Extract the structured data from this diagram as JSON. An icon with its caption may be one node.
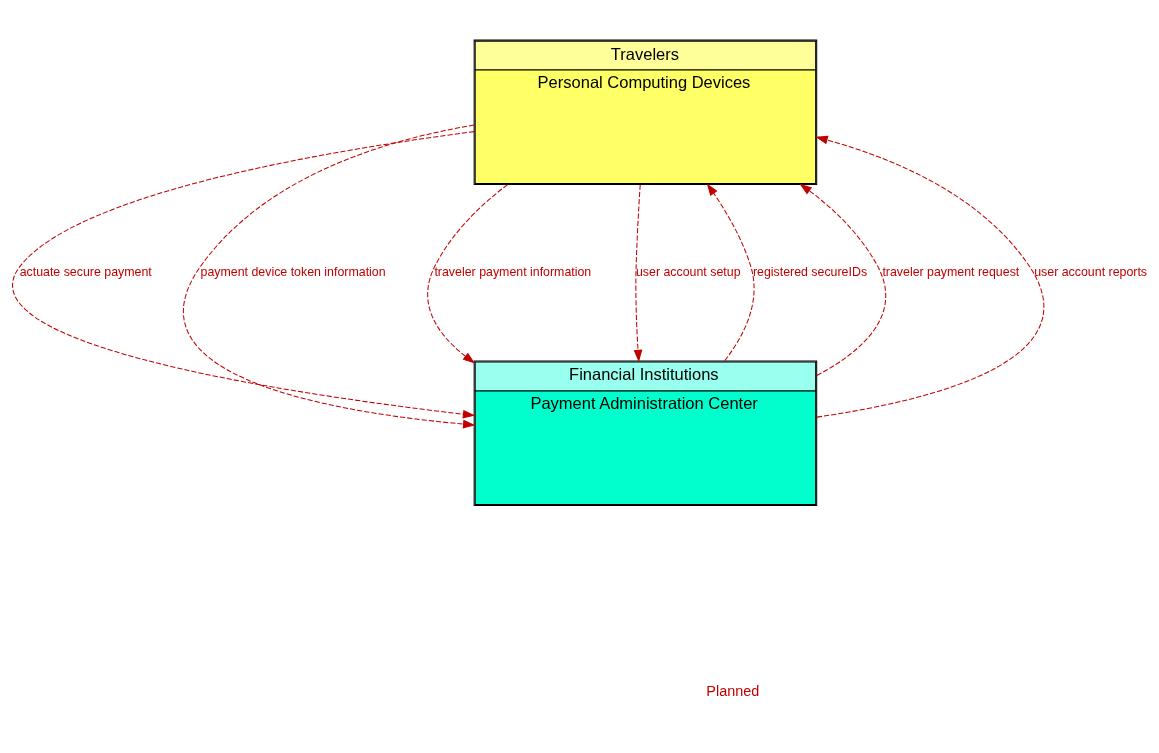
{
  "diagram": {
    "nodes": [
      {
        "text": [
          "Travelers",
          "Personal Computing Devices"
        ]
      },
      {
        "text": [
          "Financial Institutions",
          "Payment Administration Center"
        ]
      }
    ],
    "edges": [
      {
        "from": 1,
        "to": 0,
        "arrow": "to",
        "label": "registered secureIDs",
        "style": "dashed"
      },
      {
        "from": 1,
        "to": 0,
        "arrow": "to",
        "label": "traveler payment request",
        "style": "dashed"
      },
      {
        "from": 1,
        "to": 0,
        "arrow": "to",
        "label": "user account reports",
        "style": "dashed"
      },
      {
        "from": 0,
        "to": 1,
        "arrow": "to",
        "label": "actuate secure payment",
        "style": "dashed"
      },
      {
        "from": 0,
        "to": 1,
        "arrow": "to",
        "label": "payment device token information",
        "style": "dashed"
      },
      {
        "from": 0,
        "to": 1,
        "arrow": "to",
        "label": "traveler payment information",
        "style": "dashed"
      },
      {
        "from": 0,
        "to": 1,
        "arrow": "to",
        "label": "user account setup",
        "style": "dashed"
      }
    ],
    "legend": [
      {
        "text": "Planned"
      }
    ]
  }
}
